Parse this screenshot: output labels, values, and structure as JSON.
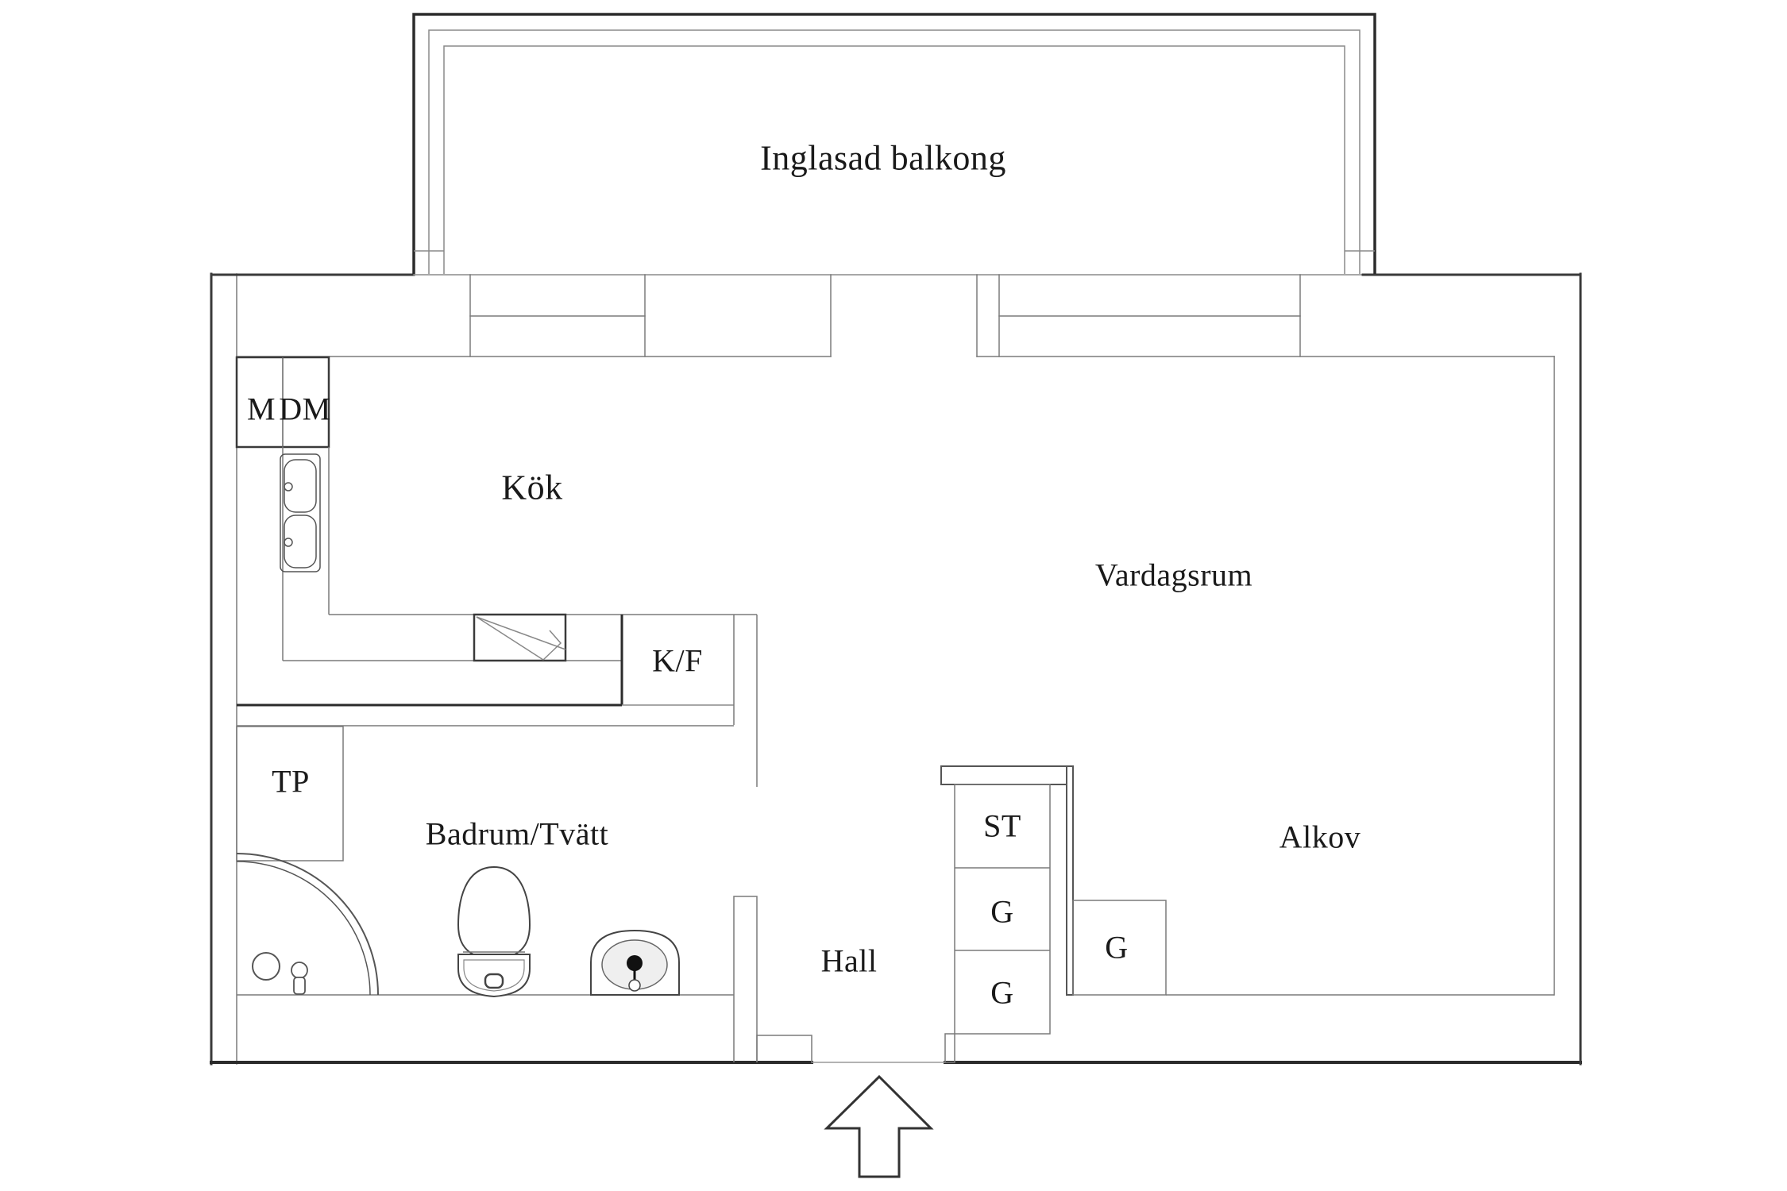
{
  "colors": {
    "background": "#ffffff",
    "wall_dark": "#2b2b2b",
    "wall_medium": "#3a3a3a",
    "line_gray": "#7a7a7a",
    "text": "#1a1a1a"
  },
  "labels": {
    "balcony": "Inglasad balkong",
    "kitchen": "Kök",
    "living_room": "Vardagsrum",
    "alcove": "Alkov",
    "hall": "Hall",
    "bathroom": "Badrum/Tvätt",
    "washing_machine": "M",
    "dishwasher": "DM",
    "fridge_freezer": "K/F",
    "drying_cabinet": "TP",
    "cleaning_closet": "ST",
    "wardrobe": "G"
  }
}
